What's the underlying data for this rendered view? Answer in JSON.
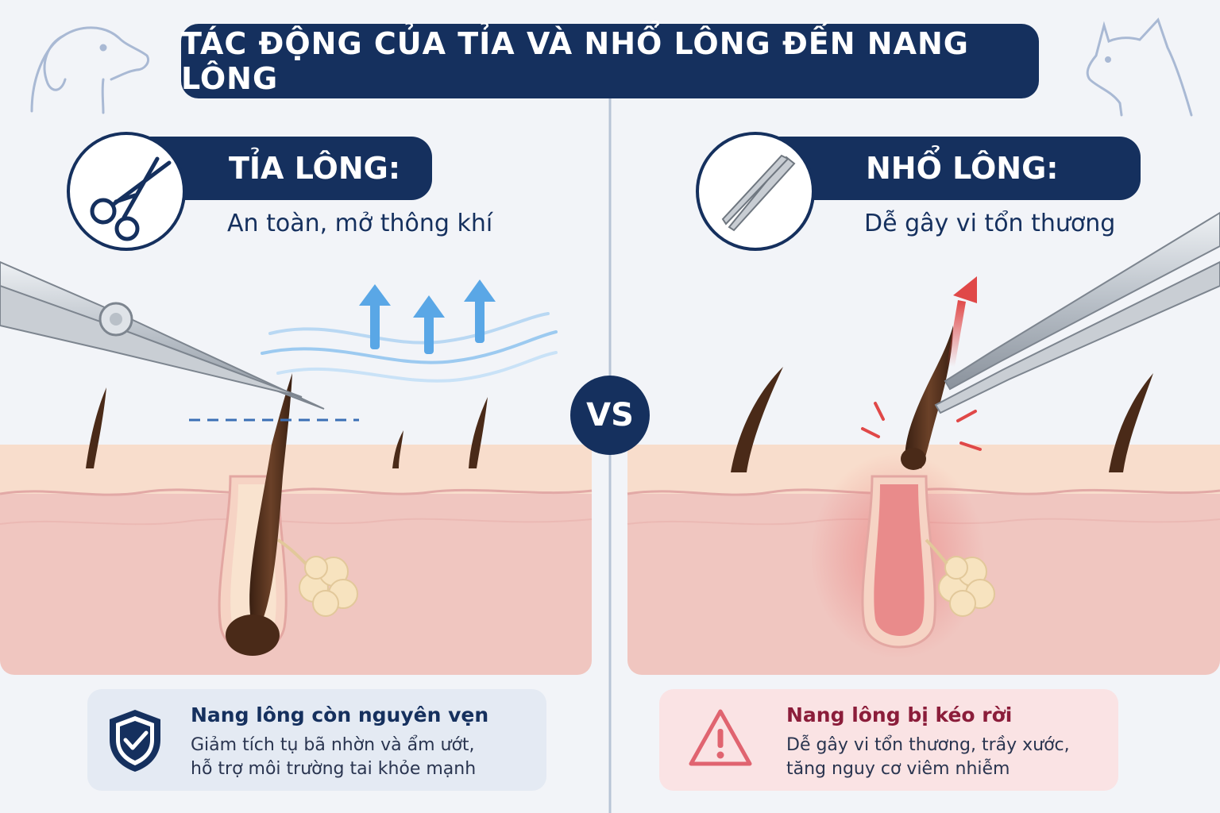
{
  "title": "TÁC ĐỘNG CỦA TỈA VÀ NHỔ LÔNG ĐẾN NANG LÔNG",
  "vs_label": "VS",
  "left": {
    "heading": "TỈA LÔNG:",
    "subtitle": "An toàn, mở thông khí",
    "icon": "scissors-icon",
    "card": {
      "title": "Nang lông còn nguyên vẹn",
      "line1": "Giảm tích tụ bã nhờn và ẩm ướt,",
      "line2": "hỗ trợ môi trường tai khỏe mạnh",
      "icon": "shield-check-icon"
    }
  },
  "right": {
    "heading": "NHỔ LÔNG:",
    "subtitle": "Dễ gây vi tổn thương",
    "icon": "tweezers-icon",
    "card": {
      "title": "Nang lông bị kéo rời",
      "line1": "Dễ gây vi tổn thương, trầy xước,",
      "line2": "tăng nguy cơ viêm nhiễm",
      "icon": "warning-triangle-icon"
    }
  },
  "colors": {
    "navy": "#15305e",
    "skin_top": "#f7dccb",
    "skin_dermis": "#f1c5c0",
    "hair": "#4a2a18",
    "airflow_blue": "#5aa7e6",
    "alert_red": "#e04848",
    "card_left_bg": "#e4eaf3",
    "card_right_bg": "#fae3e4"
  }
}
